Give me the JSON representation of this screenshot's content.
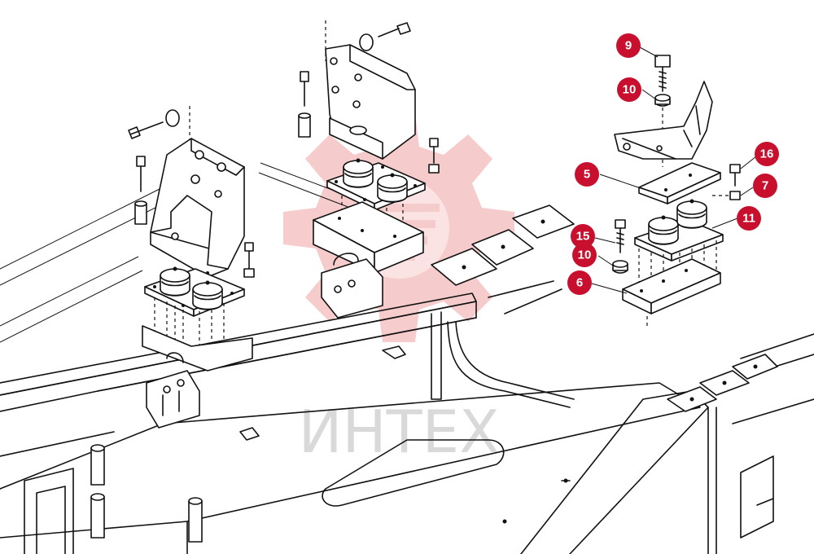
{
  "diagram": {
    "watermark": {
      "text": "ИНТЕХ",
      "gear_color": "#f3b8b8",
      "text_color": "#d9d9d9"
    },
    "callout_color": "#c8102e",
    "callouts": [
      {
        "id": "c9",
        "label": "9"
      },
      {
        "id": "c10a",
        "label": "10"
      },
      {
        "id": "c5",
        "label": "5"
      },
      {
        "id": "c16",
        "label": "16"
      },
      {
        "id": "c7",
        "label": "7"
      },
      {
        "id": "c11",
        "label": "11"
      },
      {
        "id": "c15",
        "label": "15"
      },
      {
        "id": "c10b",
        "label": "10"
      },
      {
        "id": "c6",
        "label": "6"
      }
    ]
  }
}
